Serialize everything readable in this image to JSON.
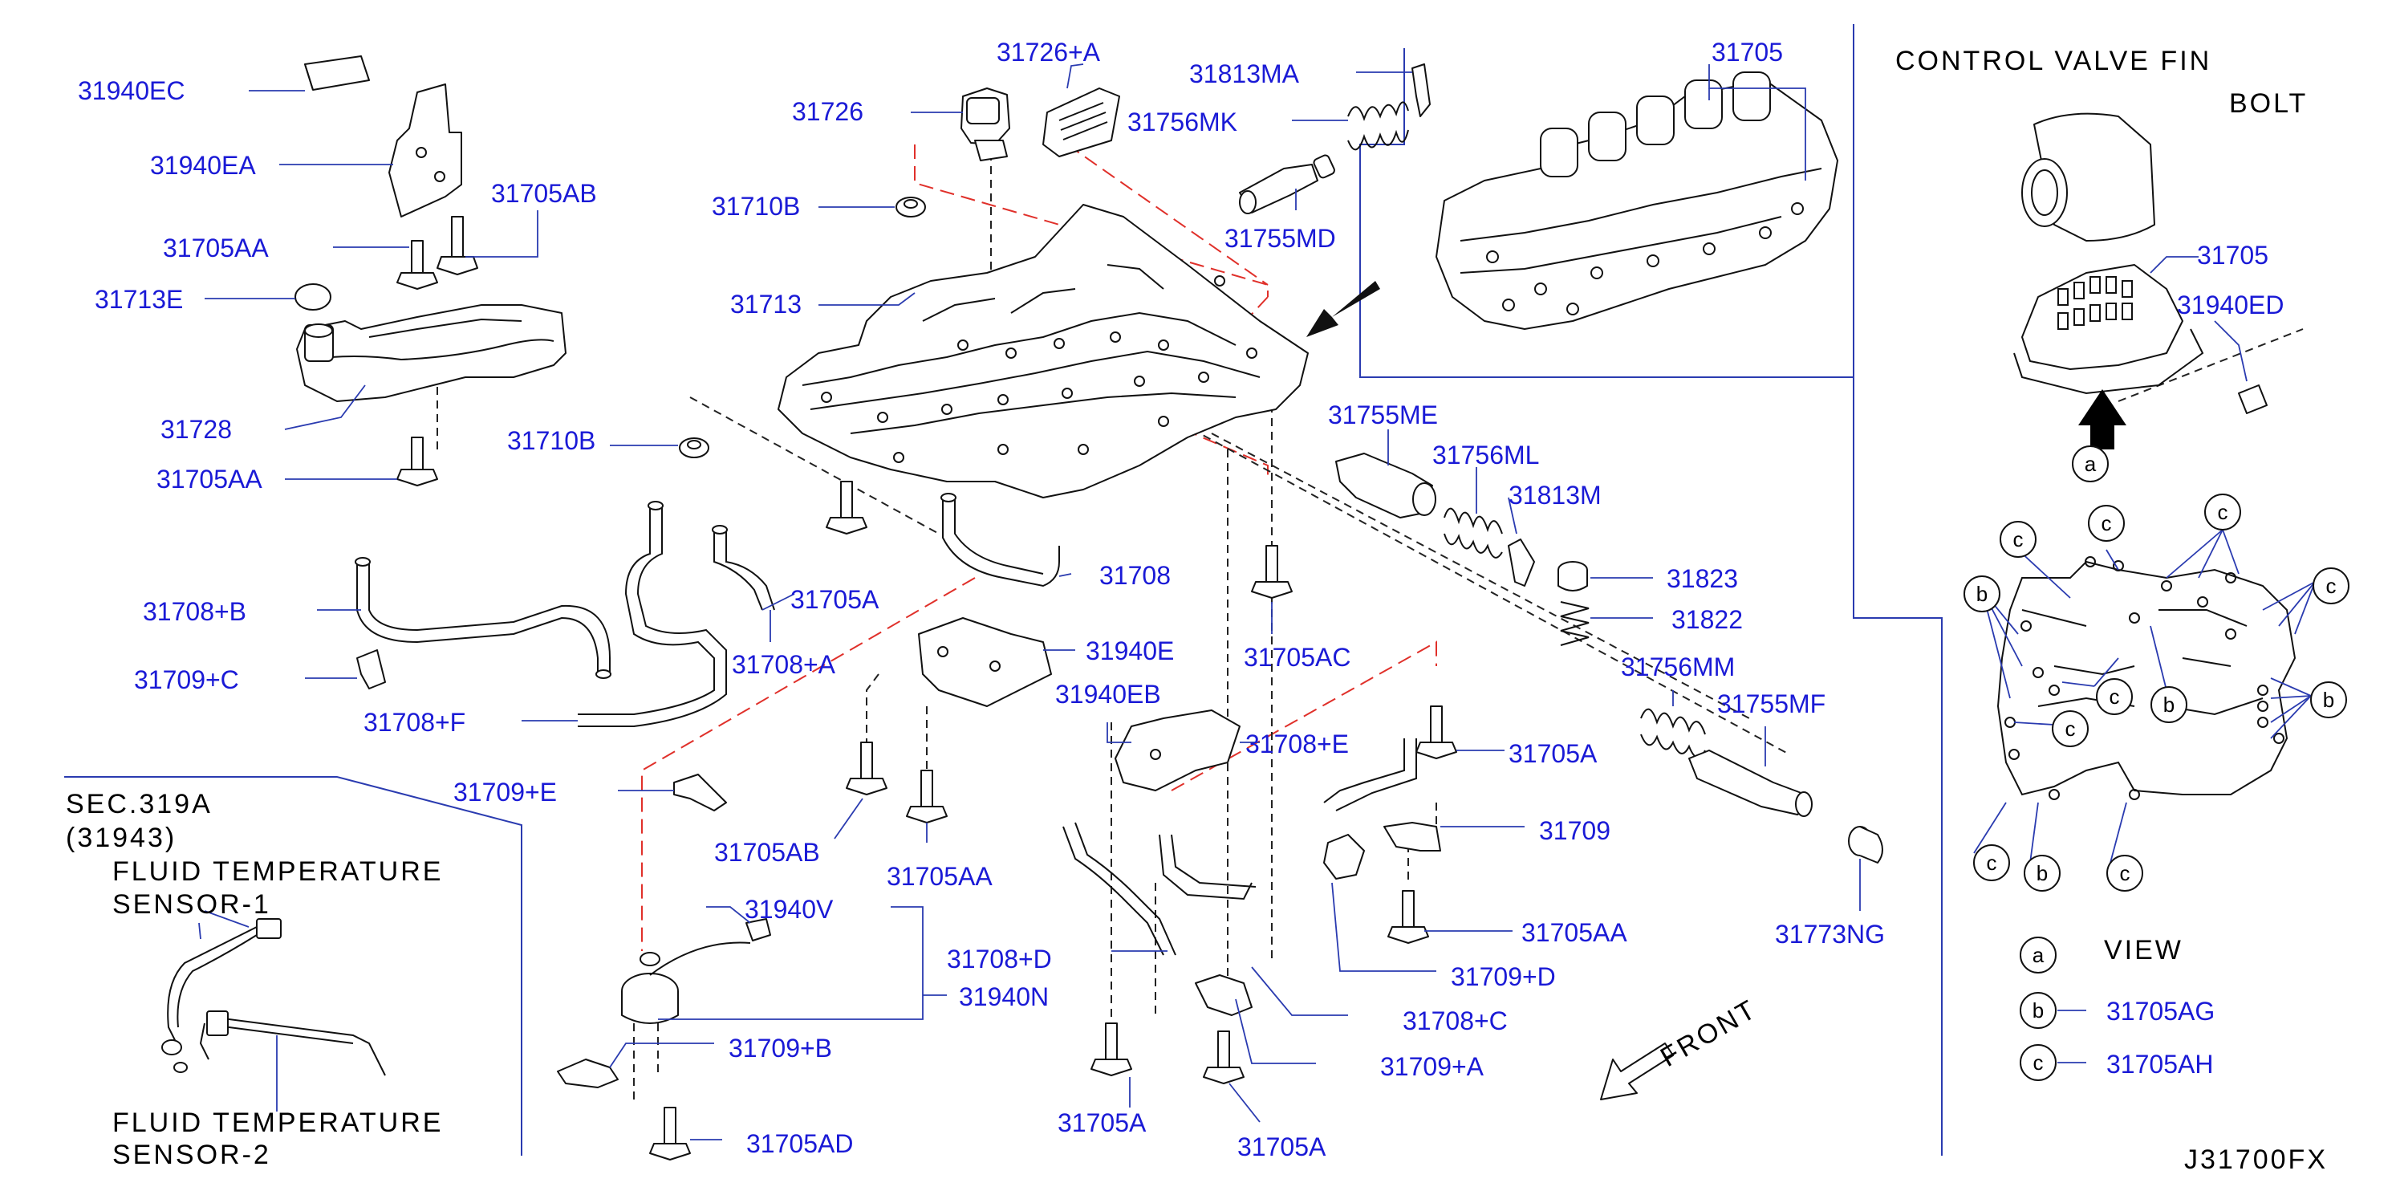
{
  "labels": {
    "p31940EC": "31940EC",
    "p31940EA": "31940EA",
    "p31705AB_top": "31705AB",
    "p31705AA_top": "31705AA",
    "p31713E": "31713E",
    "p31728": "31728",
    "p31705AA_mid": "31705AA",
    "p31726": "31726",
    "p31726A": "31726+A",
    "p31813MA": "31813MA",
    "p31756MK": "31756MK",
    "p31710B_top": "31710B",
    "p31755MD": "31755MD",
    "p31713": "31713",
    "p31710B_mid": "31710B",
    "p31755ME": "31755ME",
    "p31756ML": "31756ML",
    "p31813M": "31813M",
    "p31823": "31823",
    "p31822": "31822",
    "p31756MM": "31756MM",
    "p31755MF": "31755MF",
    "p31773NG": "31773NG",
    "p31705": "31705",
    "p31705_view": "31705",
    "p31940ED": "31940ED",
    "p31708B": "31708+B",
    "p31709C": "31709+C",
    "p31708F": "31708+F",
    "p31705A_mid": "31705A",
    "p31708A": "31708+A",
    "p31708": "31708",
    "p31940E": "31940E",
    "p31705AC": "31705AC",
    "p31940EB": "31940EB",
    "p31708E": "31708+E",
    "p31705A_right": "31705A",
    "p31709E": "31709+E",
    "p31705AB_low": "31705AB",
    "p31705AA_low": "31705AA",
    "p31709": "31709",
    "p31705AA_right": "31705AA",
    "p31709D": "31709+D",
    "p31940V": "31940V",
    "p31708D": "31708+D",
    "p31940N": "31940N",
    "p31708C": "31708+C",
    "p31709B": "31709+B",
    "p31709A": "31709+A",
    "p31705AD": "31705AD",
    "p31705A_bot1": "31705A",
    "p31705A_bot2": "31705A",
    "p31705AG": "31705AG",
    "p31705AH": "31705AH"
  },
  "text": {
    "sec_ref": "SEC.319A",
    "sec_ref_num": "(31943)",
    "sensor1_line1": "FLUID  TEMPERATURE",
    "sensor1_line2": "SENSOR-1",
    "sensor2_line1": "FLUID  TEMPERATURE",
    "sensor2_line2": "SENSOR-2",
    "control_valve_line1": "CONTROL  VALVE  FIN",
    "control_valve_line2": "BOLT",
    "view_label": "VIEW",
    "front_label": "FRONT",
    "diagram_code": "J31700FX"
  },
  "callouts": {
    "a": "a",
    "b": "b",
    "c": "c"
  },
  "colors": {
    "part_number_text": "#1a1ad6",
    "leader_line": "#2a3bb0",
    "red_dash_outline": "#e0302a",
    "drawing_line": "#111111"
  }
}
